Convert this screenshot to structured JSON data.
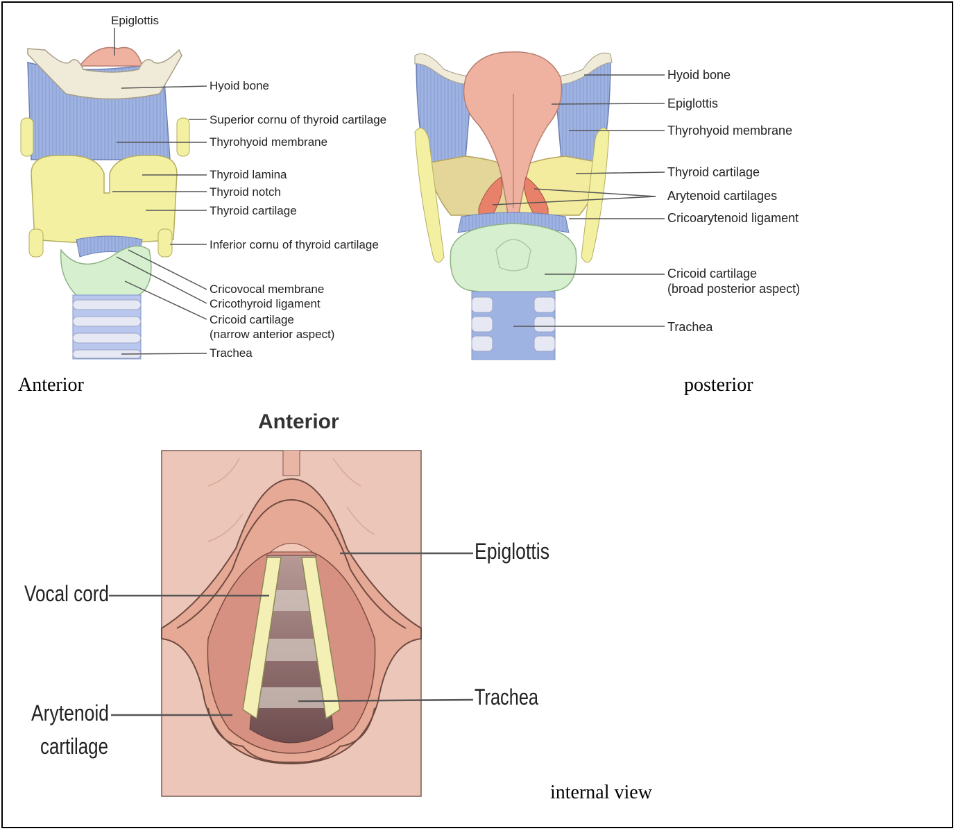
{
  "anterior_view": {
    "caption": "Anterior",
    "labels": {
      "epiglottis": "Epiglottis",
      "hyoid_bone": "Hyoid bone",
      "superior_cornu": "Superior cornu of thyroid cartilage",
      "thyrohyoid_membrane": "Thyrohyoid membrane",
      "thyroid_lamina": "Thyroid lamina",
      "thyroid_notch": "Thyroid notch",
      "thyroid_cartilage": "Thyroid cartilage",
      "inferior_cornu": "Inferior cornu of thyroid cartilage",
      "cricovocal_membrane": "Cricovocal membrane",
      "cricothyroid_ligament": "Cricothyroid ligament",
      "cricoid_cartilage_1": "Cricoid cartilage",
      "cricoid_cartilage_2": "(narrow anterior aspect)",
      "trachea": "Trachea"
    }
  },
  "posterior_view": {
    "caption": "posterior",
    "labels": {
      "hyoid_bone": "Hyoid bone",
      "epiglottis": "Epiglottis",
      "thyrohyoid_membrane": "Thyrohyoid membrane",
      "thyroid_cartilage": "Thyroid cartilage",
      "arytenoid_cartilages": "Arytenoid cartilages",
      "cricoarytenoid_ligament": "Cricoarytenoid ligament",
      "cricoid_cartilage_1": "Cricoid cartilage",
      "cricoid_cartilage_2": "(broad posterior aspect)",
      "trachea": "Trachea"
    }
  },
  "internal_view": {
    "heading": "Anterior",
    "caption": "internal view",
    "labels": {
      "epiglottis": "Epiglottis",
      "vocal_cord": "Vocal cord",
      "trachea": "Trachea",
      "arytenoid_1": "Arytenoid",
      "arytenoid_2": "cartilage"
    }
  },
  "colors": {
    "membrane_blue": "#9fb3e3",
    "thyroid_yellow": "#f3f0a2",
    "cricoid_green": "#d6f0cf",
    "epiglottis_pink": "#efb2a0",
    "hyoid_cream": "#f0ead8",
    "tissue_pink": "#eec4b4"
  }
}
